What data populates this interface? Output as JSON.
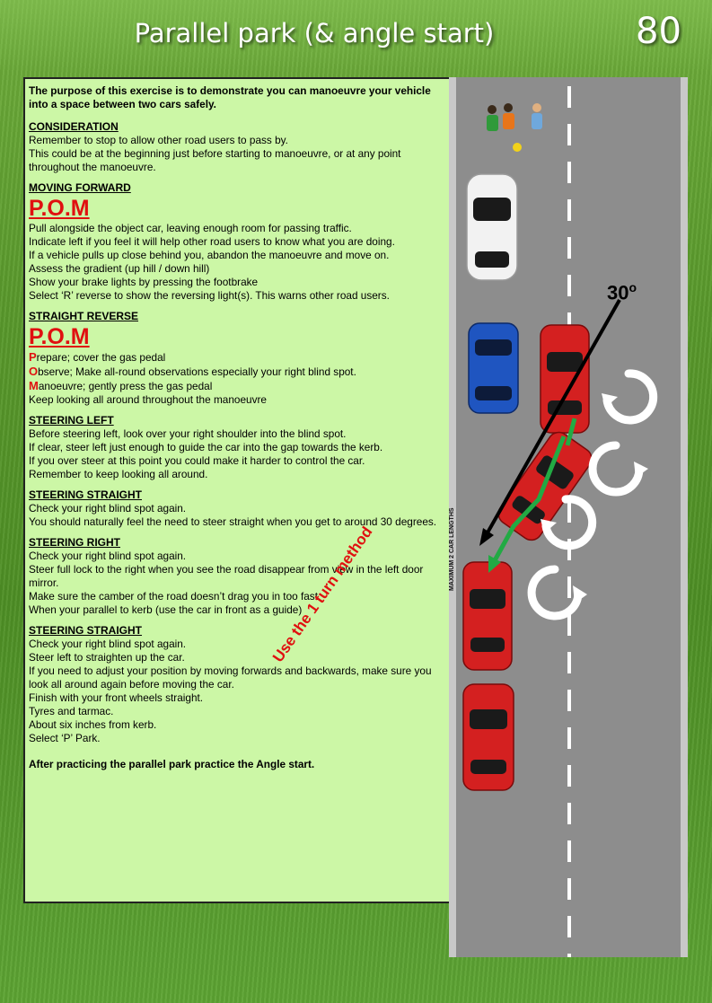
{
  "header": {
    "title": "Parallel park (& angle start)",
    "page_number": "80"
  },
  "intro": "The purpose of this exercise is to demonstrate you can manoeuvre your vehicle into a space between two cars safely.",
  "sections": {
    "consideration": {
      "heading": "CONSIDERATION",
      "lines": [
        "Remember to stop to allow other road users to pass by.",
        "This could be at the beginning just before starting to manoeuvre, or at any point throughout the manoeuvre."
      ]
    },
    "moving_forward": {
      "heading": "MOVING FORWARD",
      "pom": "P.O.M",
      "lines": [
        "Pull alongside the object car, leaving enough room for passing traffic.",
        "Indicate left if you feel it will help other road users to know what you are doing.",
        "If a vehicle pulls up close behind you, abandon the manoeuvre and move on.",
        "Assess the gradient (up hill / down hill)",
        "Show your brake lights by pressing the footbrake",
        "Select ‘R’ reverse to show the reversing light(s). This warns other road users."
      ]
    },
    "straight_reverse": {
      "heading": "STRAIGHT REVERSE",
      "pom": "P.O.M",
      "p_letter": "P",
      "p_text": "repare; cover the gas pedal",
      "o_letter": "O",
      "o_text": "bserve; Make all-round observations especially your right blind spot.",
      "m_letter": "M",
      "m_text": "anoeuvre; gently press the gas pedal",
      "last": "Keep looking all around throughout the manoeuvre"
    },
    "steering_left": {
      "heading": "STEERING LEFT",
      "lines": [
        "Before steering left, look over your right shoulder into the blind spot.",
        "If clear, steer left just enough to guide the car into the gap towards the kerb.",
        "If you over steer at this point you could make it harder to control the car.",
        "Remember to keep looking all around."
      ]
    },
    "steering_straight_1": {
      "heading": "STEERING STRAIGHT",
      "lines": [
        "Check your right blind spot again.",
        "You should naturally feel the need to steer straight when you get to around 30 degrees."
      ]
    },
    "steering_right": {
      "heading": "STEERING RIGHT",
      "lines": [
        "Check your right blind spot again.",
        "Steer full lock to the right when you see the road disappear from view in the left door mirror.",
        "Make sure the camber of the road doesn’t drag you in too fast.",
        "When your parallel to kerb (use the car in front as a guide)"
      ]
    },
    "steering_straight_2": {
      "heading": "STEERING STRAIGHT",
      "lines": [
        "Check your right blind spot again.",
        "Steer left  to straighten up the car.",
        "If you need to adjust your position by moving forwards and backwards, make sure you look all around again before moving the car.",
        "Finish with  your front wheels straight.",
        "Tyres and tarmac.",
        "About six inches from kerb.",
        "Select ‘P’ Park."
      ]
    }
  },
  "closing": "After practicing the parallel park practice the Angle start.",
  "diagram": {
    "angle_value": "30",
    "angle_unit": "o",
    "method_label": "Use the 1 turn method",
    "length_label": "MAXIMUM 2 CAR LENGTHS",
    "colors": {
      "road": "#8c8c8c",
      "kerb": "#d0d0d0",
      "red_car": "#d42020",
      "blue_car": "#1f55c0",
      "white_car": "#f2f2f2",
      "path_arrow": "#22aa44",
      "angle_line": "#000000"
    }
  }
}
